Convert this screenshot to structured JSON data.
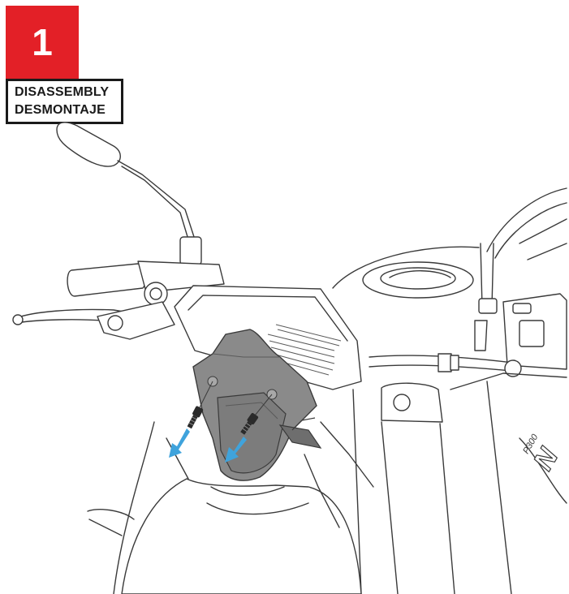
{
  "step": {
    "number": "1",
    "label_en": "DISASSEMBLY",
    "label_es": "DESMONTAJE"
  },
  "colors": {
    "badge": "#e32027",
    "part": "#8a8a8a",
    "part_dark": "#6e6e6e",
    "arrow": "#3fa3dc"
  },
  "illustration": {
    "subject": "motorcycle-front-headlight-cover-removal",
    "screws": 2,
    "model_marking": "P300 N"
  }
}
